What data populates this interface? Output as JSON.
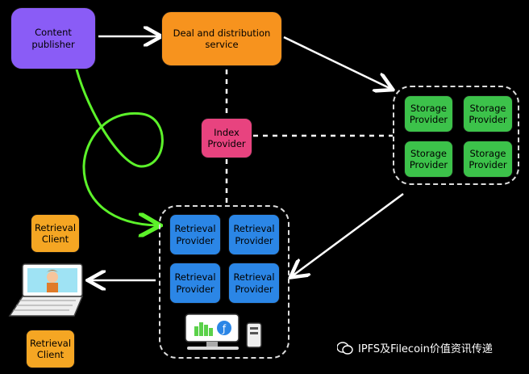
{
  "nodes": {
    "content_publisher": "Content\npublisher",
    "deal_service": "Deal and distribution\nservice",
    "index_provider": "Index\nProvider",
    "storage_providers": [
      "Storage\nProvider",
      "Storage\nProvider",
      "Storage\nProvider",
      "Storage\nProvider"
    ],
    "retrieval_providers": [
      "Retrieval\nProvider",
      "Retrieval\nProvider",
      "Retrieval\nProvider",
      "Retrieval\nProvider"
    ],
    "retrieval_clients": [
      "Retrieval\nClient",
      "Retrieval\nClient"
    ]
  },
  "colors": {
    "publisher": "#8a5cf6",
    "deal": "#f7931e",
    "index": "#e8437f",
    "storage": "#3cc24a",
    "retrieval": "#2b86e6",
    "client": "#f5a623",
    "green_line": "#5cf22a"
  },
  "watermark": "IPFS及Filecoin价值资讯传递"
}
